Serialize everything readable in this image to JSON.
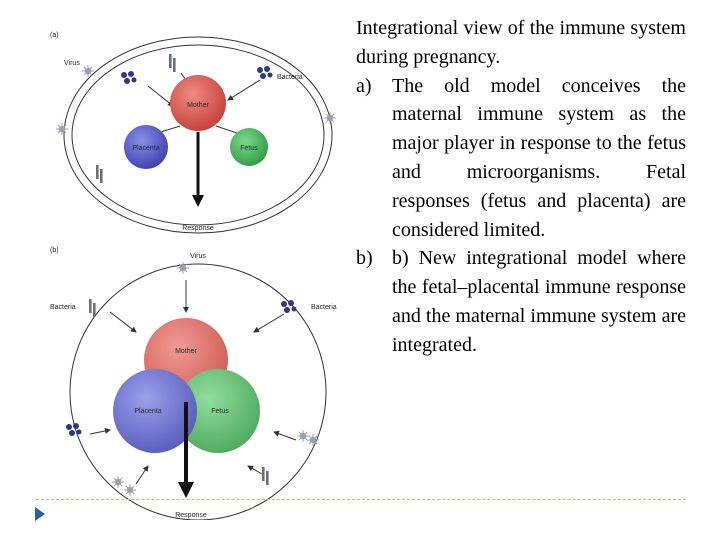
{
  "text": {
    "title": "Integrational view of the immune system during pregnancy.",
    "items": [
      {
        "marker": "a)",
        "text": "The old model conceives the maternal immune system as the major player in response to the fetus and microorganisms. Fetal responses (fetus and placenta) are considered limited."
      },
      {
        "marker": "b)",
        "text": "b) New integrational model where the fetal–placental immune response and the maternal immune system are integrated."
      }
    ]
  },
  "figure": {
    "panel_a": {
      "tag": "(a)",
      "labels": {
        "virus": "Virus",
        "bacteria": "Bacteria",
        "mother": "Mother",
        "placenta": "Placenta",
        "fetus": "Fetus",
        "response": "Response"
      }
    },
    "panel_b": {
      "tag": "(b)",
      "labels": {
        "virus": "Virus",
        "bacteria_left": "Bacteria",
        "bacteria_right": "Bacteria",
        "mother": "Mother",
        "placenta": "Placenta",
        "fetus": "Fetus",
        "response": "Response"
      }
    }
  },
  "colors": {
    "mother": "#d9574f",
    "placenta": "#4a4fc0",
    "fetus": "#3fae52",
    "bacteria": "#2a3a8a",
    "divider": "#c9c25a",
    "bullet": "#2f5e9e"
  }
}
